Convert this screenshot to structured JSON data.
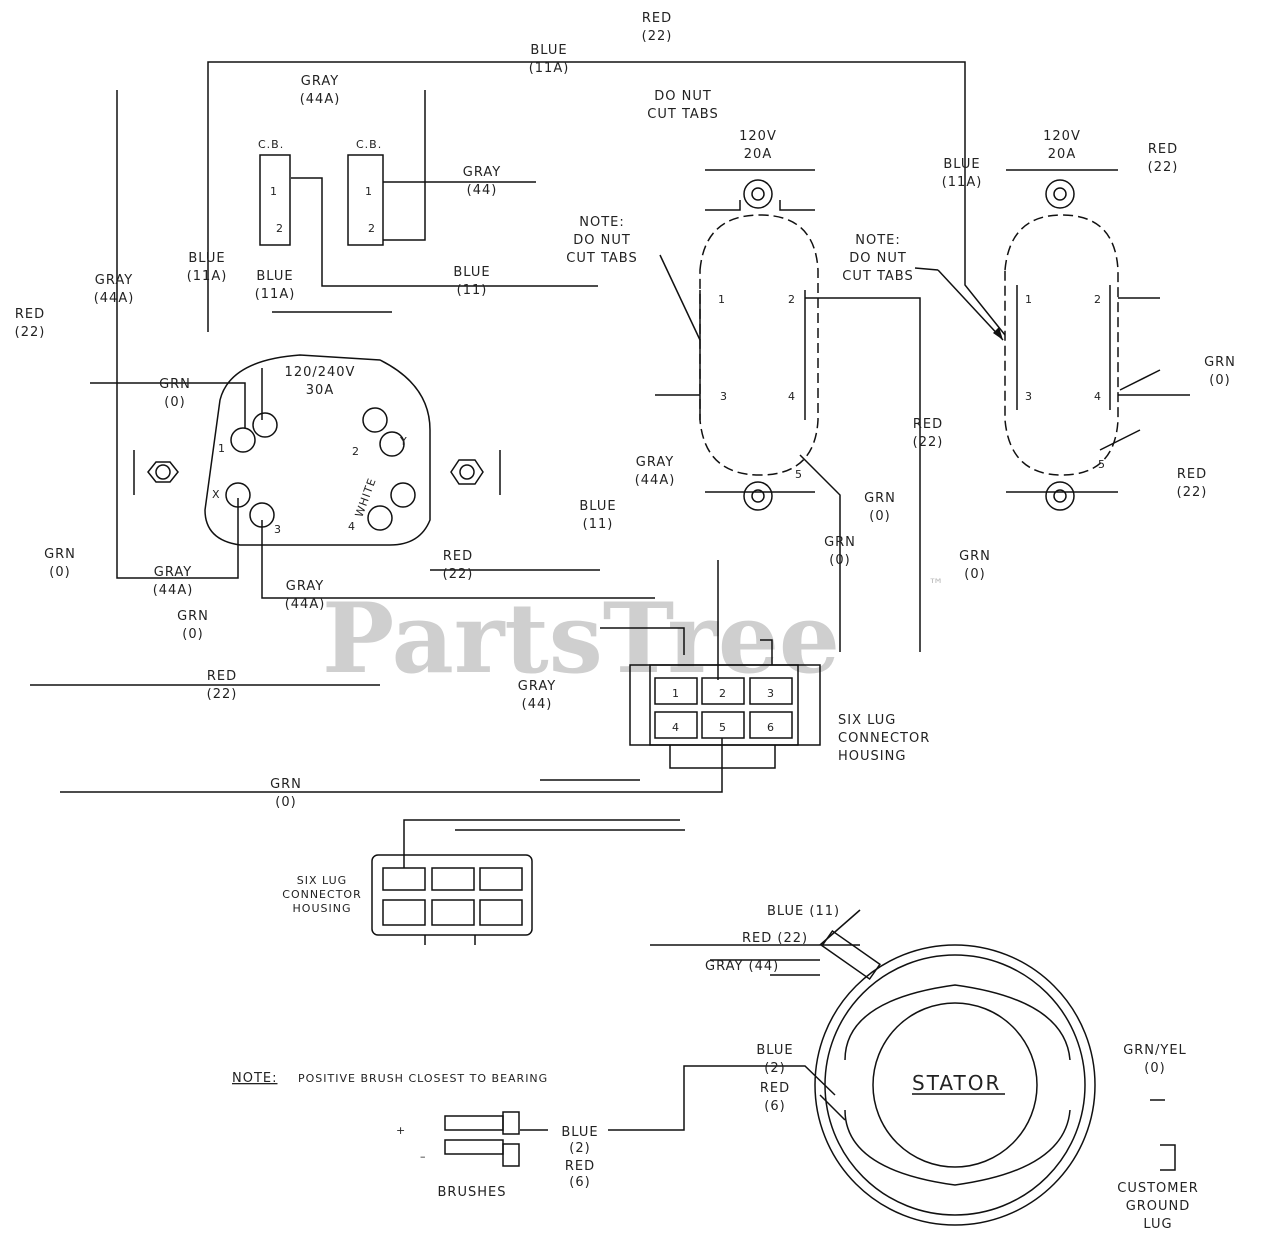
{
  "watermark": {
    "text": "PartsTree",
    "tm": "™"
  },
  "labels": {
    "red_22_top": "RED",
    "red_22_top_n": "(22)",
    "blue_11a_top": "BLUE",
    "blue_11a_top_n": "(11A)",
    "gray_44a_top": "GRAY",
    "gray_44a_top_n": "(44A)",
    "donut_tabs": "DO NUT",
    "donut_tabs2": "CUT TABS",
    "cb1": "C.B.",
    "cb2": "C.B.",
    "gray_44": "GRAY",
    "gray_44_n": "(44)",
    "blue_11a_left": "BLUE",
    "blue_11a_left_n": "(11A)",
    "blue_11a_mid": "BLUE",
    "blue_11a_mid_n": "(11A)",
    "blue_11": "BLUE",
    "blue_11_n": "(11)",
    "gray_44a_left": "GRAY",
    "gray_44a_left_n": "(44A)",
    "red_22_left": "RED",
    "red_22_left_n": "(22)",
    "r120v_1": "120V",
    "r20a_1": "20A",
    "r120v_2": "120V",
    "r20a_2": "20A",
    "blue_11a_right": "BLUE",
    "blue_11a_right_n": "(11A)",
    "red_22_right": "RED",
    "red_22_right_n": "(22)",
    "note1": "NOTE:",
    "note1b": "DO NUT",
    "note1c": "CUT TABS",
    "note2": "NOTE:",
    "note2b": "DO NUT",
    "note2c": "CUT TABS",
    "grn_0_a": "GRN",
    "grn_0_a_n": "(0)",
    "r240": "120/240V",
    "r30a": "30A",
    "white": "WHITE",
    "gray_44a_c": "GRAY",
    "gray_44a_c_n": "(44A)",
    "blue_11_b": "BLUE",
    "blue_11_b_n": "(11)",
    "red_22_c": "RED",
    "red_22_c_n": "(22)",
    "red_22_d": "RED",
    "red_22_d_n": "(22)",
    "grn_0_b": "GRN",
    "grn_0_b_n": "(0)",
    "grn_0_c": "GRN",
    "grn_0_c_n": "(0)",
    "grn_0_d": "GRN",
    "grn_0_d_n": "(0)",
    "grn_0_e": "GRN",
    "grn_0_e_n": "(0)",
    "red_22_e": "RED",
    "red_22_e_n": "(22)",
    "gray_44a_d": "GRAY",
    "gray_44a_d_n": "(44A)",
    "gray_44a_e": "GRAY",
    "gray_44a_e_n": "(44A)",
    "grn_0_f": "GRN",
    "grn_0_f_n": "(0)",
    "grn_0_g": "GRN",
    "grn_0_g_n": "(0)",
    "red_22_f": "RED",
    "red_22_f_n": "(22)",
    "gray_44_b": "GRAY",
    "gray_44_b_n": "(44)",
    "six_lug_1": "SIX LUG",
    "six_lug_1b": "CONNECTOR",
    "six_lug_1c": "HOUSING",
    "grn_0_h": "GRN",
    "grn_0_h_n": "(0)",
    "six_lug_2": "SIX LUG",
    "six_lug_2b": "CONNECTOR",
    "six_lug_2c": "HOUSING",
    "blue_11_s": "BLUE (11)",
    "red_22_s": "RED (22)",
    "gray_44_s": "GRAY (44)",
    "note_bottom": "NOTE:",
    "note_bottom_text": "POSITIVE BRUSH CLOSEST TO BEARING",
    "blue_2_a": "BLUE",
    "blue_2_a_n": "(2)",
    "red_6_a": "RED",
    "red_6_a_n": "(6)",
    "blue_2_b": "BLUE",
    "blue_2_b_n": "(2)",
    "red_6_b": "RED",
    "red_6_b_n": "(6)",
    "brushes": "BRUSHES",
    "stator": "STATOR",
    "grnyel": "GRN/YEL",
    "grnyel_n": "(0)",
    "cust1": "CUSTOMER",
    "cust2": "GROUND",
    "cust3": "LUG"
  },
  "numbers": {
    "cb1_1": "1",
    "cb1_2": "2",
    "cb2_1": "1",
    "cb2_2": "2",
    "r1_1": "1",
    "r1_2": "2",
    "r1_3": "3",
    "r1_4": "4",
    "r1_5": "5",
    "r2_1": "1",
    "r2_2": "2",
    "r2_3": "3",
    "r2_4": "4",
    "r2_5": "5",
    "t_1": "1",
    "t_2": "2",
    "t_3": "3",
    "t_x": "X",
    "t_y": "Y",
    "t_4": "4",
    "h1": "1",
    "h2": "2",
    "h3": "3",
    "h4": "4",
    "h5": "5",
    "h6": "6",
    "plus": "+",
    "minus": "–"
  }
}
